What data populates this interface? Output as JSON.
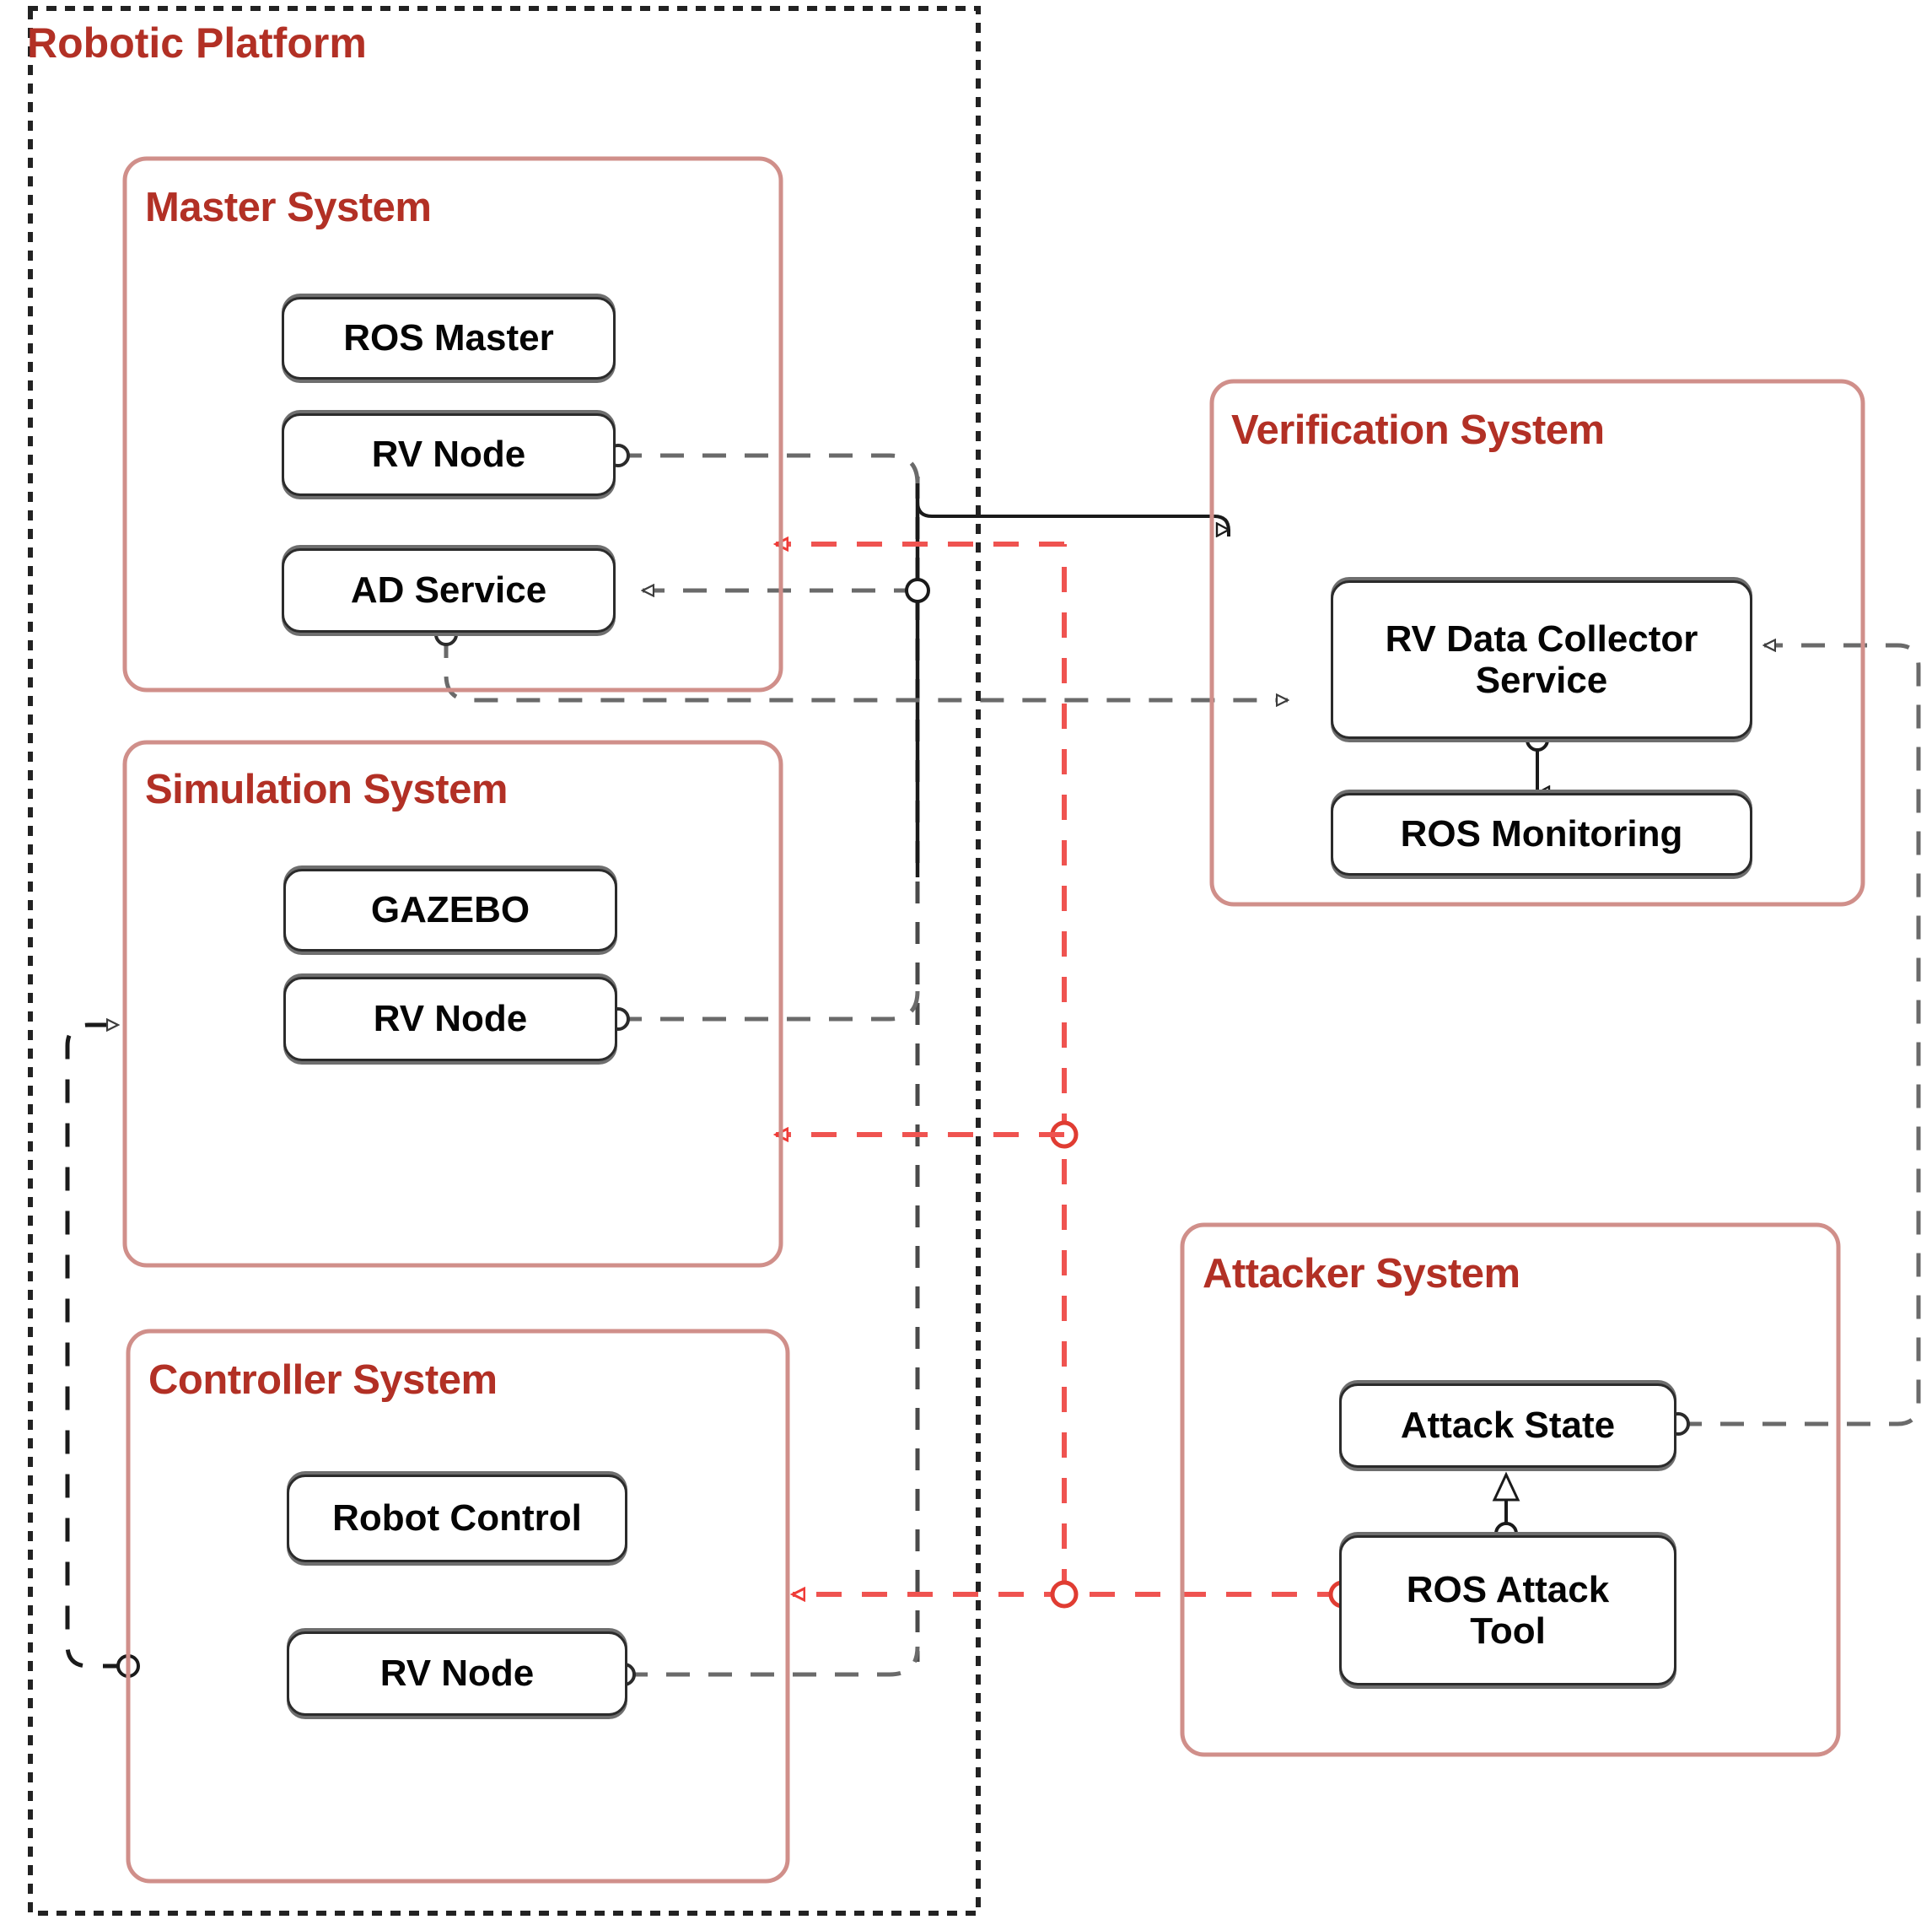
{
  "diagram": {
    "type": "architecture-block-diagram",
    "title": "Robotic Platform",
    "platform": {
      "label": "Robotic Platform",
      "border_style": "dotted",
      "border_color": "#222222"
    },
    "accent_color": "#b23025",
    "system_border_color": "#d08f8a",
    "node_border_color": "#2b2b2b",
    "connector_colors": {
      "data_flow": "#5a5a5a",
      "control_flow": "#1a1a1a",
      "attack_flow": "#ef5350"
    },
    "systems": [
      {
        "id": "master-system",
        "label": "Master System",
        "inside_platform": true,
        "nodes": [
          {
            "id": "ros-master",
            "label": "ROS Master"
          },
          {
            "id": "master-rv-node",
            "label": "RV Node"
          },
          {
            "id": "ad-service",
            "label": "AD Service"
          }
        ]
      },
      {
        "id": "simulation-system",
        "label": "Simulation System",
        "inside_platform": true,
        "nodes": [
          {
            "id": "gazebo",
            "label": "GAZEBO"
          },
          {
            "id": "simulation-rv-node",
            "label": "RV Node"
          }
        ]
      },
      {
        "id": "controller-system",
        "label": "Controller System",
        "inside_platform": true,
        "nodes": [
          {
            "id": "robot-control",
            "label": "Robot Control"
          },
          {
            "id": "controller-rv-node",
            "label": "RV Node"
          }
        ]
      },
      {
        "id": "verification-system",
        "label": "Verification System",
        "inside_platform": false,
        "nodes": [
          {
            "id": "rv-data-collector-service",
            "label": "RV Data Collector\nService",
            "line1": "RV Data Collector",
            "line2": "Service"
          },
          {
            "id": "ros-monitoring",
            "label": "ROS Monitoring"
          }
        ]
      },
      {
        "id": "attacker-system",
        "label": "Attacker System",
        "inside_platform": false,
        "nodes": [
          {
            "id": "attack-state",
            "label": "Attack State"
          },
          {
            "id": "ros-attack-tool",
            "label": "ROS Attack\nTool",
            "line1": "ROS Attack",
            "line2": "Tool"
          }
        ]
      }
    ],
    "connections": [
      {
        "from": "master-rv-node",
        "to": "rv-data-collector-service",
        "style": "dashed",
        "color": "#5a5a5a",
        "source_marker": "ball",
        "target_marker": "arrow-open"
      },
      {
        "from": "simulation-rv-node",
        "to": "rv-data-collector-service",
        "style": "dashed",
        "color": "#5a5a5a",
        "source_marker": "ball",
        "target_marker": "arrow-open"
      },
      {
        "from": "controller-rv-node",
        "to": "rv-data-collector-service",
        "style": "dashed",
        "color": "#5a5a5a",
        "source_marker": "ball",
        "target_marker": "arrow-open"
      },
      {
        "from": "ad-service",
        "to": "rv-data-collector-service",
        "style": "dashed",
        "color": "#5a5a5a",
        "source_marker": "ball",
        "target_marker": "arrow-open"
      },
      {
        "from": "rv-data-collector-service",
        "to": "ad-service",
        "style": "dashed",
        "color": "#5a5a5a",
        "target_marker": "arrow-open"
      },
      {
        "from": "rv-data-collector-service",
        "to": "ros-monitoring",
        "style": "solid",
        "color": "#1a1a1a",
        "source_marker": "ball",
        "target_marker": "arrow-open"
      },
      {
        "from": "attack-state",
        "to": "rv-data-collector-service",
        "style": "dashed",
        "color": "#5a5a5a",
        "source_marker": "ball",
        "target_marker": "arrow-open"
      },
      {
        "from": "ros-attack-tool",
        "to": "attack-state",
        "style": "solid",
        "color": "#1a1a1a",
        "source_marker": "ball",
        "target_marker": "arrow-open"
      },
      {
        "from": "ros-attack-tool",
        "to": "master-system",
        "style": "dashed",
        "color": "#ef5350",
        "target_marker": "arrow-open"
      },
      {
        "from": "ros-attack-tool",
        "to": "simulation-system",
        "style": "dashed",
        "color": "#ef5350",
        "target_marker": "arrow-open"
      },
      {
        "from": "ros-attack-tool",
        "to": "controller-system",
        "style": "dashed",
        "color": "#ef5350",
        "target_marker": "arrow-open"
      },
      {
        "from": "controller-system",
        "to": "simulation-system",
        "style": "dashed",
        "color": "#1a1a1a",
        "source_marker": "ball",
        "target_marker": "arrow-open"
      }
    ]
  }
}
